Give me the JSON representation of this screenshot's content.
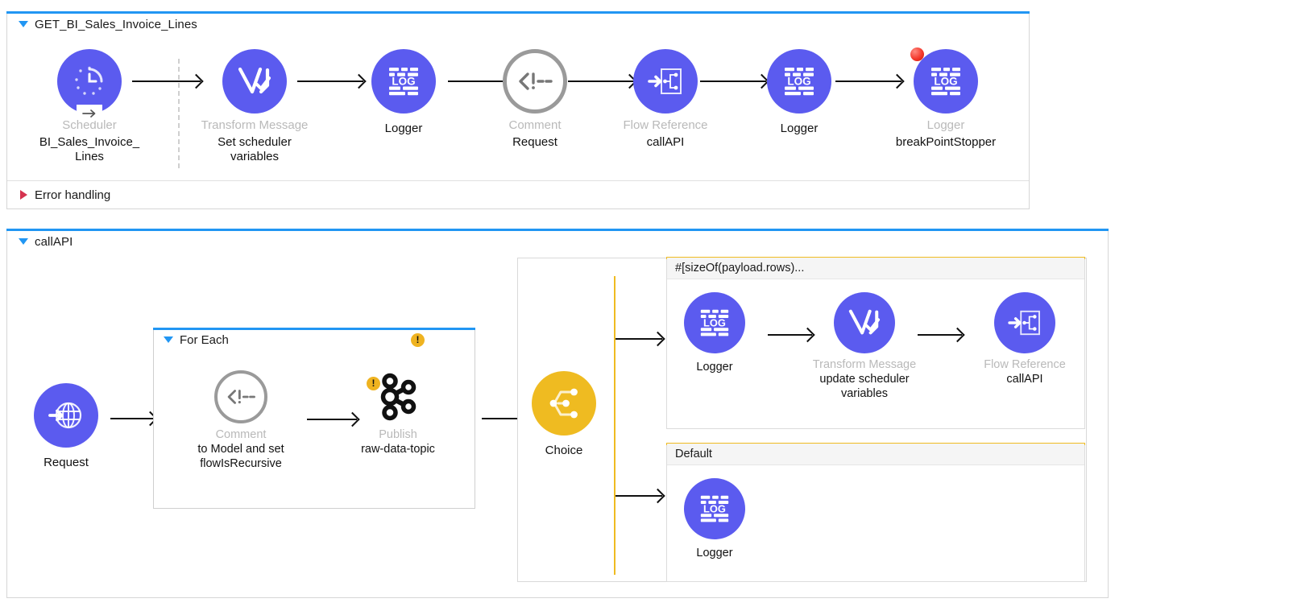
{
  "flows": [
    {
      "name": "GET_BI_Sales_Invoice_Lines",
      "collapsed": false,
      "error_handling_label": "Error handling",
      "error_handling_collapsed": true,
      "nodes": [
        {
          "icon": "scheduler-icon",
          "type": "Scheduler",
          "name": "BI_Sales_Invoice_\nLines",
          "name_line1": "BI_Sales_Invoice_",
          "name_line2": "Lines"
        },
        {
          "icon": "transform-message-icon",
          "type": "Transform Message",
          "name_line1": "Set scheduler",
          "name_line2": "variables"
        },
        {
          "icon": "logger-icon",
          "type": "Logger",
          "name_line1": "",
          "name_line2": ""
        },
        {
          "icon": "comment-icon",
          "type": "Comment",
          "name_line1": "Request",
          "name_line2": ""
        },
        {
          "icon": "flow-reference-icon",
          "type": "Flow Reference",
          "name_line1": "callAPI",
          "name_line2": ""
        },
        {
          "icon": "logger-icon",
          "type": "Logger",
          "name_line1": "",
          "name_line2": ""
        },
        {
          "icon": "logger-icon",
          "type": "Logger",
          "name_line1": "breakPointStopper",
          "name_line2": "",
          "breakpoint": true
        }
      ]
    },
    {
      "name": "callAPI",
      "collapsed": false
    }
  ],
  "callapi": {
    "request_node": {
      "icon": "http-request-icon",
      "type": "",
      "label": "Request"
    },
    "foreach": {
      "title": "For Each",
      "warning": "!",
      "nodes": [
        {
          "icon": "comment-icon",
          "type": "Comment",
          "name_line1": "to Model and set",
          "name_line2": "flowIsRecursive"
        },
        {
          "icon": "kafka-publish-icon",
          "type": "Publish",
          "name_line1": "raw-data-topic",
          "name_line2": "",
          "warning": "!"
        }
      ]
    },
    "choice": {
      "label": "Choice",
      "icon": "choice-icon",
      "routes": [
        {
          "title": "#[sizeOf(payload.rows)...",
          "nodes": [
            {
              "icon": "logger-icon",
              "type": "Logger",
              "name_line1": "",
              "name_line2": ""
            },
            {
              "icon": "transform-message-icon",
              "type": "Transform Message",
              "name_line1": "update scheduler",
              "name_line2": "variables"
            },
            {
              "icon": "flow-reference-icon",
              "type": "Flow Reference",
              "name_line1": "callAPI",
              "name_line2": ""
            }
          ]
        },
        {
          "title": "Default",
          "nodes": [
            {
              "icon": "logger-icon",
              "type": "Logger",
              "name_line1": "",
              "name_line2": ""
            }
          ]
        }
      ]
    }
  },
  "colors": {
    "accent_purple": "#5b5bef",
    "accent_yellow": "#efbb21",
    "panel_top_blue": "#2196F3",
    "breakpoint_red": "#f4392c",
    "muted_label": "#b9b9b9",
    "comment_gray": "#9a9a9a"
  }
}
